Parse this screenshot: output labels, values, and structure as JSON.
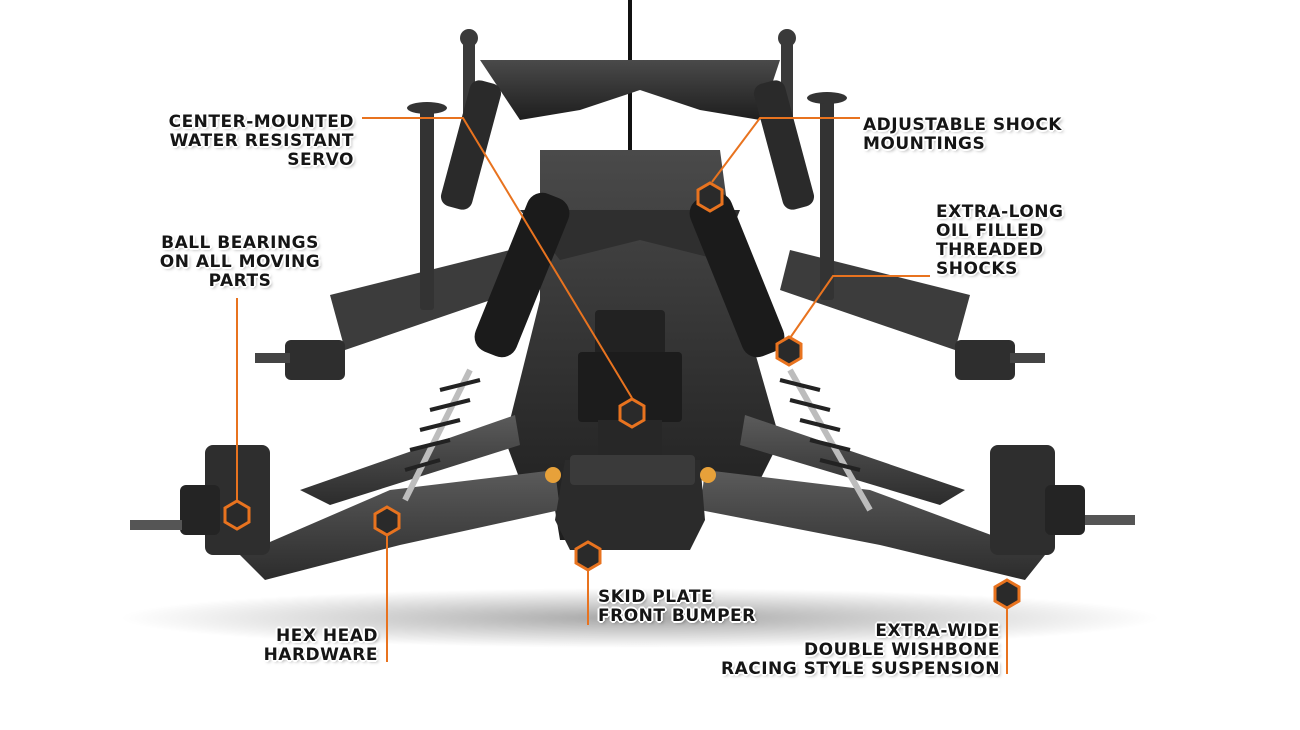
{
  "accent_color": "#e8731f",
  "callouts": {
    "servo": {
      "lines": [
        "CENTER-MOUNTED",
        "WATER RESISTANT",
        "SERVO"
      ]
    },
    "shock_mount": {
      "lines": [
        "ADJUSTABLE SHOCK",
        "MOUNTINGS"
      ]
    },
    "bearings": {
      "lines": [
        "BALL BEARINGS",
        "ON ALL MOVING",
        "PARTS"
      ]
    },
    "shocks": {
      "lines": [
        "EXTRA-LONG",
        "OIL FILLED",
        "THREADED",
        "SHOCKS"
      ]
    },
    "skid": {
      "lines": [
        "SKID PLATE",
        "FRONT BUMPER"
      ]
    },
    "hex": {
      "lines": [
        "HEX HEAD",
        "HARDWARE"
      ]
    },
    "suspension": {
      "lines": [
        "EXTRA-WIDE",
        "DOUBLE WISHBONE",
        "RACING STYLE SUSPENSION"
      ]
    }
  }
}
